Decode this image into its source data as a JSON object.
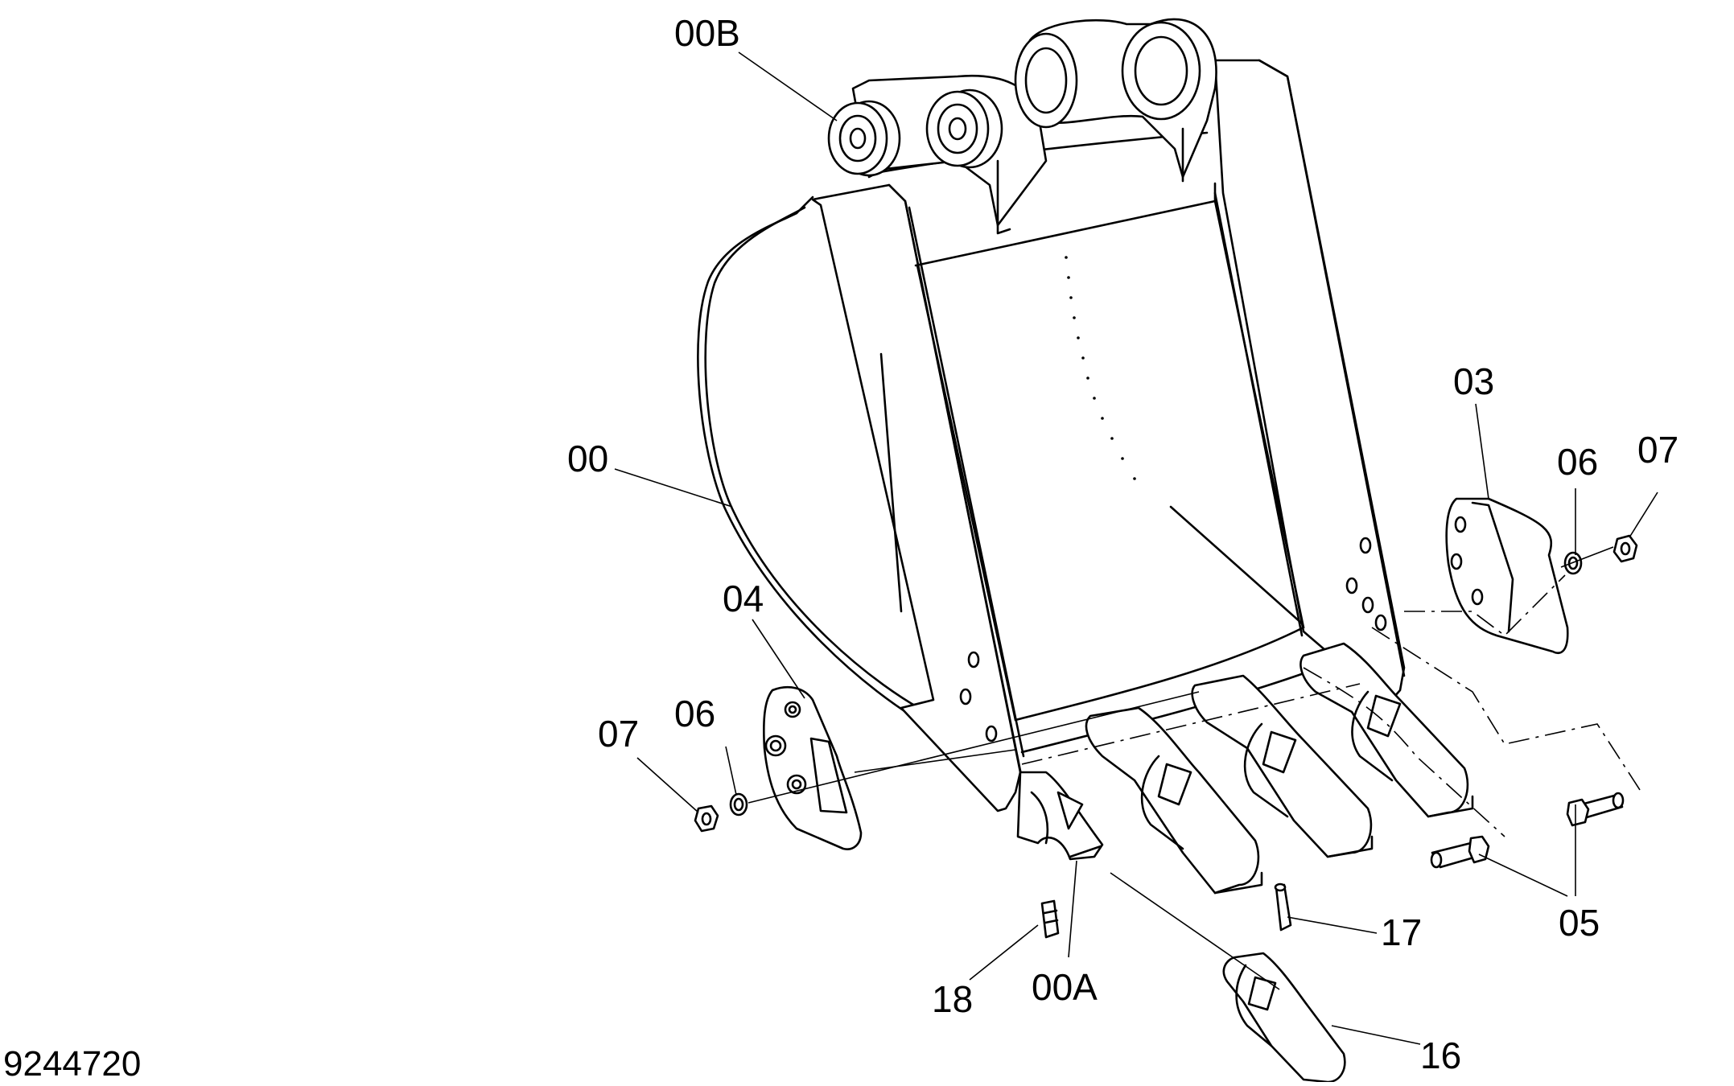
{
  "drawing_number": "9244720",
  "callouts": {
    "bucket": "00",
    "tooth_adapter": "00A",
    "pin": "00B",
    "side_cutter_right": "03",
    "side_cutter_left": "04",
    "bolt": "05",
    "washer_left": "06",
    "washer_right": "06",
    "nut_left": "07",
    "nut_right": "07",
    "tooth_point": "16",
    "lock_pin": "17",
    "rubber_lock": "18"
  }
}
